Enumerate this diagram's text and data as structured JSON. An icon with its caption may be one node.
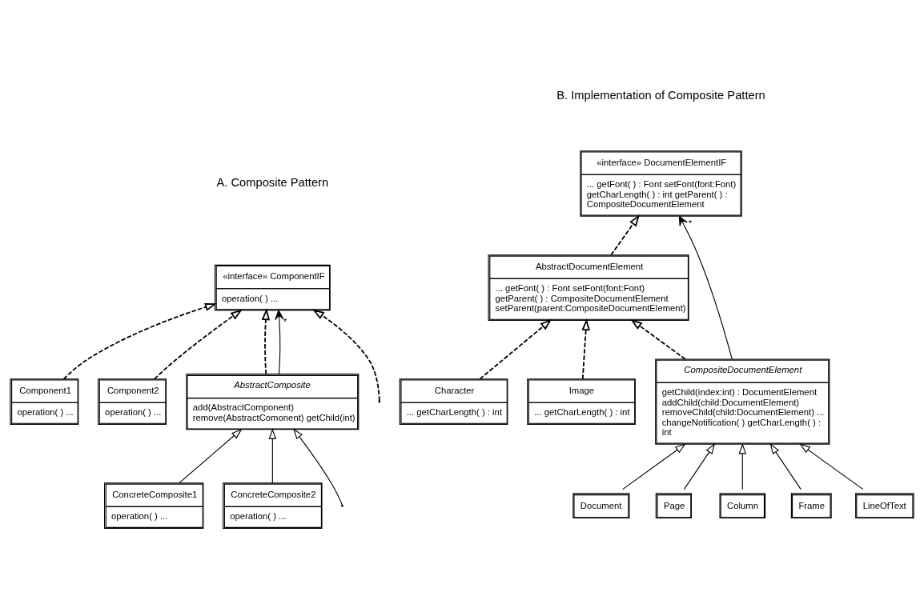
{
  "diagram": {
    "nodes": [
      {
        "text": [
          "«interface» ComponentIF",
          "operation( ) ..."
        ]
      },
      {
        "text": [
          "Component1",
          "operation( ) ..."
        ]
      },
      {
        "text": [
          "Component2",
          "operation( ) ..."
        ]
      },
      {
        "text": [
          "AbstractComposite",
          "add(AbstractComponent) remove(AbstractComonent) getChild(int)"
        ]
      },
      {
        "text": [
          "ConcreteComposite1",
          "operation( ) ..."
        ]
      },
      {
        "text": [
          "ConcreteComposite2",
          "operation( ) ..."
        ]
      },
      {
        "text": [
          "«interface» DocumentElementIF",
          "... getFont( ) : Font setFont(font:Font) getCharLength( ) : int getParent( ) : CompositeDocumentElement"
        ]
      },
      {
        "text": [
          "AbstractDocumentElement",
          "... getFont( ) : Font setFont(font:Font) getParent( ) : CompositeDocumentElement setParent(parent:CompositeDocumentElement)"
        ]
      },
      {
        "text": [
          "Character",
          "... getCharLength( ) : int"
        ]
      },
      {
        "text": [
          "Image",
          "... getCharLength( ) : int"
        ]
      },
      {
        "text": [
          "CompositeDocumentElement",
          "getChild(index:int) : DocumentElement addChild(child:DocumentElement) removeChild(child:DocumentElement) ... changeNotification( ) getCharLength( ) : int"
        ]
      },
      {
        "text": [
          "Document"
        ]
      },
      {
        "text": [
          "Page"
        ]
      },
      {
        "text": [
          "Column"
        ]
      },
      {
        "text": [
          "Frame"
        ]
      },
      {
        "text": [
          "LineOfText"
        ]
      }
    ],
    "edges": [
      {
        "from": 1,
        "to": 0,
        "arrow": "to",
        "style": "dashed"
      },
      {
        "from": 2,
        "to": 0,
        "arrow": "to",
        "style": "dashed"
      },
      {
        "from": null,
        "to": 0,
        "arrow": "to",
        "style": "dashed"
      },
      {
        "from": 3,
        "to": 0,
        "arrow": "to",
        "style": "dashed"
      },
      {
        "from": 3,
        "to": 0,
        "arrow": "to",
        "label": "*"
      },
      {
        "from": 4,
        "to": 3,
        "arrow": "to"
      },
      {
        "from": 5,
        "to": 3,
        "arrow": "to"
      },
      {
        "from": null,
        "to": 3,
        "arrow": "to"
      },
      {
        "from": 7,
        "to": 6,
        "arrow": "to",
        "style": "dashed"
      },
      {
        "from": 8,
        "to": 7,
        "arrow": "to",
        "style": "dashed"
      },
      {
        "from": 9,
        "to": 7,
        "arrow": "to",
        "style": "dashed"
      },
      {
        "from": 10,
        "to": 7,
        "arrow": "to",
        "style": "dashed"
      },
      {
        "from": 10,
        "to": 6,
        "arrow": "to",
        "label": "*"
      },
      {
        "from": 11,
        "to": 10,
        "arrow": "to"
      },
      {
        "from": 12,
        "to": 10,
        "arrow": "to"
      },
      {
        "from": 13,
        "to": 10,
        "arrow": "to"
      },
      {
        "from": 14,
        "to": 10,
        "arrow": "to"
      },
      {
        "from": 15,
        "to": 10,
        "arrow": "to"
      }
    ],
    "labels": [
      "A. Composite Pattern",
      "B. Implementation of Composite Pattern"
    ]
  }
}
